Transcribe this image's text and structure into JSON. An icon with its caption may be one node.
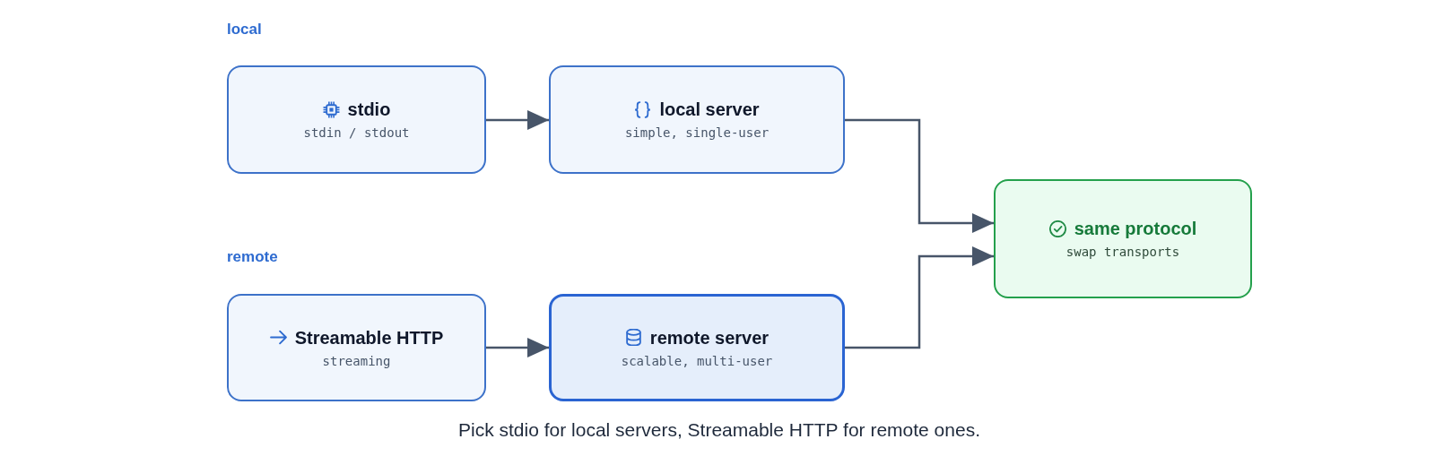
{
  "diagram": {
    "caption": "Pick stdio for local servers, Streamable HTTP for remote ones.",
    "nodes": [
      {
        "text": [
          "stdio",
          "stdin / stdout"
        ]
      },
      {
        "text": [
          "local server",
          "simple, single-user"
        ]
      },
      {
        "text": [
          "Streamable HTTP",
          "streaming"
        ]
      },
      {
        "text": [
          "remote server",
          "scalable, multi-user"
        ]
      },
      {
        "text": [
          "same protocol",
          "swap transports"
        ]
      }
    ],
    "edges": [
      {
        "from": 0,
        "to": 1,
        "arrow": "to"
      },
      {
        "from": 1,
        "to": 4,
        "arrow": "to"
      },
      {
        "from": 2,
        "to": 3,
        "arrow": "to"
      },
      {
        "from": 3,
        "to": 4,
        "arrow": "to"
      }
    ],
    "labels": [
      "local",
      "remote"
    ]
  }
}
